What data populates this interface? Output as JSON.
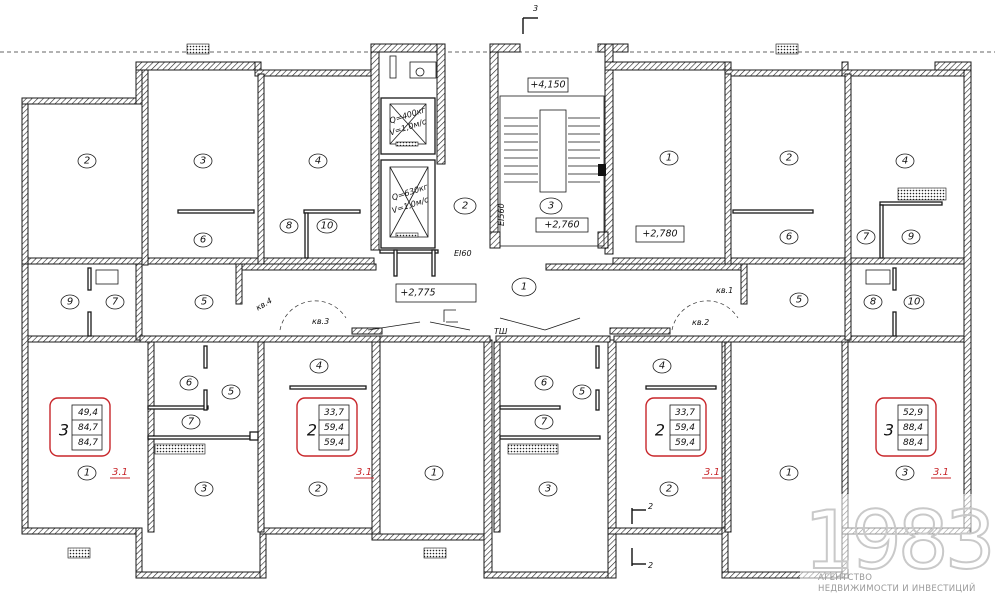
{
  "section_marks": {
    "top": "3",
    "bottom_upper": "2",
    "bottom_lower": "2"
  },
  "levels": {
    "stair_top": "+4,150",
    "stair_bottom": "+2,760",
    "lobby": "+2,775",
    "right_flat": "+2,780"
  },
  "elevators": [
    {
      "spec_line1": "Q=400кг",
      "spec_line2": "V=1,0м/с"
    },
    {
      "spec_line1": "Q=630кг",
      "spec_line2": "V=1,0м/с"
    }
  ],
  "fire_labels": [
    "EI60",
    "EI560"
  ],
  "core_labels": {
    "lift_hall": "2",
    "stairwell": "3",
    "corridor": "1"
  },
  "shaft_labels": [
    "кв.4",
    "кв.3",
    "кв.1",
    "кв.2"
  ],
  "corridor_mark": "ТШ",
  "apartments": [
    {
      "rooms": "3",
      "areas": [
        "49,4",
        "84,7",
        "84,7"
      ],
      "tag": "3.1"
    },
    {
      "rooms": "2",
      "areas": [
        "33,7",
        "59,4",
        "59,4"
      ],
      "tag": "3.1"
    },
    {
      "rooms": "2",
      "areas": [
        "33,7",
        "59,4",
        "59,4"
      ],
      "tag": "3.1"
    },
    {
      "rooms": "3",
      "areas": [
        "52,9",
        "88,4",
        "88,4"
      ],
      "tag": "3.1"
    }
  ],
  "room_numbers": {
    "top_left": [
      "2",
      "3",
      "4",
      "6",
      "8",
      "10"
    ],
    "top_right": [
      "1",
      "2",
      "4",
      "6",
      "7",
      "9"
    ],
    "mid_left": [
      "9",
      "7",
      "5"
    ],
    "mid_right": [
      "5",
      "8",
      "10"
    ],
    "bottom_left": [
      "1",
      "3",
      "6",
      "5",
      "7",
      "4",
      "2",
      "1"
    ],
    "bottom_right": [
      "3",
      "6",
      "5",
      "7",
      "4",
      "2",
      "1",
      "3"
    ]
  },
  "watermark": {
    "year": "1983",
    "line1": "АГЕНТСТВО",
    "line2": "НЕДВИЖИМОСТИ И ИНВЕСТИЦИЙ"
  }
}
